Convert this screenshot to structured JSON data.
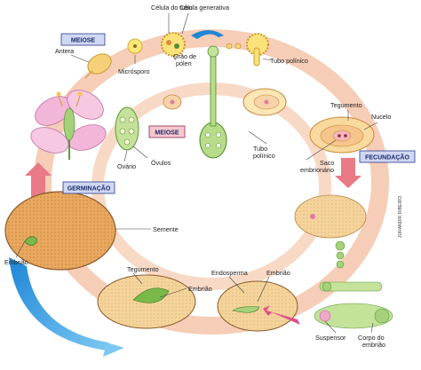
{
  "boxes": {
    "meiose_top": "MEIOSE",
    "meiose_middle": "MEIOSE",
    "germinacao": "GERMINAÇÃO",
    "fecundacao": "FECUNDAÇÃO"
  },
  "labels": {
    "celula_do_tubo": "Célula do tubo",
    "celula_generativa": "Célula generativa",
    "grao_de_polen_1": "Grão de",
    "grao_de_polen_2": "pólen",
    "antera": "Antera",
    "microsporo": "Micrósporo",
    "tubo_polinico_top": "Tubo polínico",
    "ovario": "Ovário",
    "ovulos": "Óvulos",
    "tubo_polinico_mid_1": "Tubo",
    "tubo_polinico_mid_2": "polínico",
    "tegumento_right": "Tegumento",
    "nucelo": "Nucelo",
    "saco_1": "Saco",
    "saco_2": "embrionário",
    "semente": "Semente",
    "embriao_left": "Embrião",
    "tegumento_bottom": "Tegumento",
    "embriao_bottom": "Embrião",
    "endosperma": "Endosperma",
    "embriao_right": "Embrião",
    "suspensor": "Suspensor",
    "corpo_1": "Corpo do",
    "corpo_2": "embrião"
  },
  "credit": "JURANDIR RIBEIRO",
  "colors": {
    "ring": "#f6cdb7",
    "stage_box_blue": "#cfd8f2",
    "stage_box_pink": "#f7c7cf",
    "arrow_pink": "#e97a86",
    "arrow_blue": "#1e86d6"
  }
}
